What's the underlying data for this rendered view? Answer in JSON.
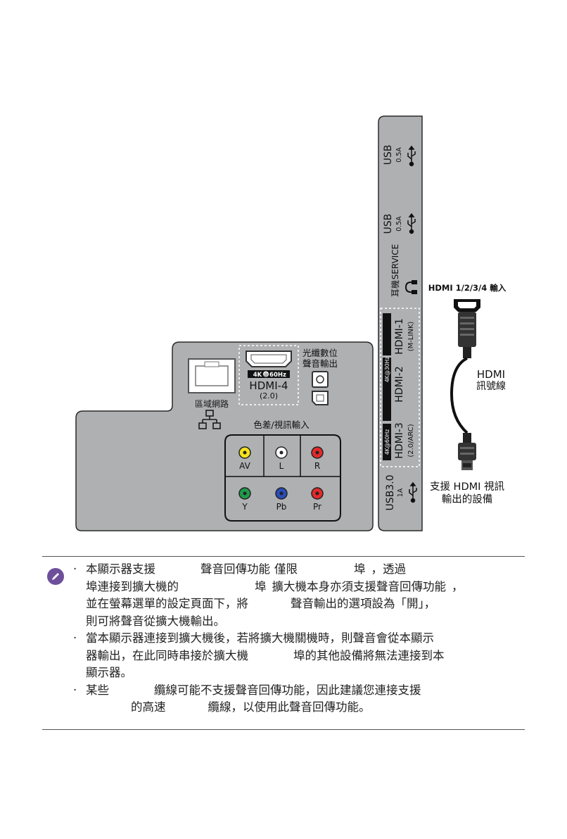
{
  "diagram": {
    "ports_left": {
      "lan_label": "區域網路",
      "hdmi4": {
        "badge_4k": "4K",
        "badge_hz": "60Hz",
        "label": "HDMI-4",
        "sub": "(2.0)"
      },
      "optical_label": [
        "光纖數位",
        "聲音輸出"
      ],
      "component_label": "色差/視訊輸入",
      "av_labels": [
        "AV",
        "L",
        "R"
      ],
      "component_jacks": [
        "Y",
        "Pb",
        "Pr"
      ]
    },
    "ports_right": {
      "usb1": {
        "label": "USB",
        "rating": "0.5A"
      },
      "usb2": {
        "label": "USB",
        "rating": "0.5A"
      },
      "service": "SERVICE",
      "headphone": "耳機",
      "hdmi1": {
        "label": "HDMI-1",
        "sub": "(M-LINK)"
      },
      "hdmi2": {
        "label": "HDMI-2",
        "badge": "4K@30Hz"
      },
      "hdmi3": {
        "label": "HDMI-3",
        "sub": "(2.0/ARC)",
        "badge": "4K@60Hz"
      },
      "usb3": {
        "label": "USB3.0",
        "rating": "1A"
      }
    },
    "cable": {
      "input_label": "HDMI 1/2/3/4 輸入",
      "cable_label": [
        "HDMI",
        "訊號線"
      ],
      "device_label": [
        "支援 HDMI 視訊",
        "輸出的設備"
      ]
    }
  },
  "notes": [
    [
      "本顯示器支援",
      "聲音回傳功能",
      "僅限",
      "埠",
      "，透過",
      "埠連接到擴大機的",
      "埠",
      "擴大機本身亦須支援聲音回傳功能",
      "，",
      "並在螢幕選單的設定頁面下，將",
      "聲音輸出的選項設為「開」，",
      "則可將聲音從擴大機輸出。"
    ],
    [
      "當本顯示器連接到擴大機後，若將擴大機關機時，則聲音會從本顯示",
      "器輸出，在此同時串接於擴大機",
      "埠的其他設備將無法連接到本",
      "顯示器。"
    ],
    [
      "某些",
      "纜線可能不支援聲音回傳功能，因此建議您連接支援",
      "的高速",
      "纜線，以使用此聲音回傳功能。"
    ]
  ],
  "colors": {
    "panel": "#aeb0b2",
    "dark": "#1a1a1a",
    "note_icon": "#6d4f9a"
  }
}
